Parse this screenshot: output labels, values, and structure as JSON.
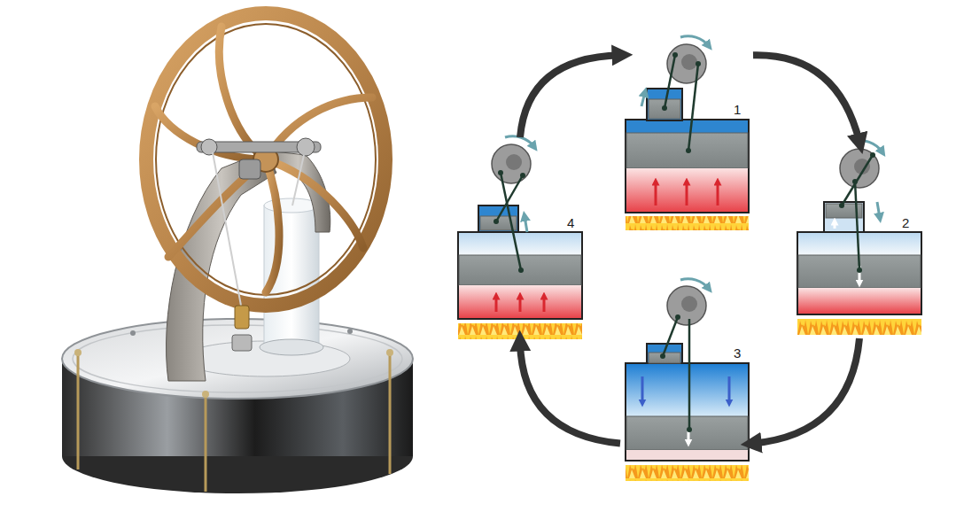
{
  "diagram": {
    "nodes": [
      {
        "text": [
          "1"
        ]
      },
      {
        "text": [
          "2"
        ]
      },
      {
        "text": [
          "3"
        ]
      },
      {
        "text": [
          "4"
        ]
      }
    ],
    "edges": [
      {
        "from": 0,
        "to": 1,
        "arrow": "to"
      },
      {
        "from": 1,
        "to": 2,
        "arrow": "to"
      },
      {
        "from": 2,
        "to": 3,
        "arrow": "to"
      },
      {
        "from": 3,
        "to": 0,
        "arrow": "to"
      }
    ]
  }
}
